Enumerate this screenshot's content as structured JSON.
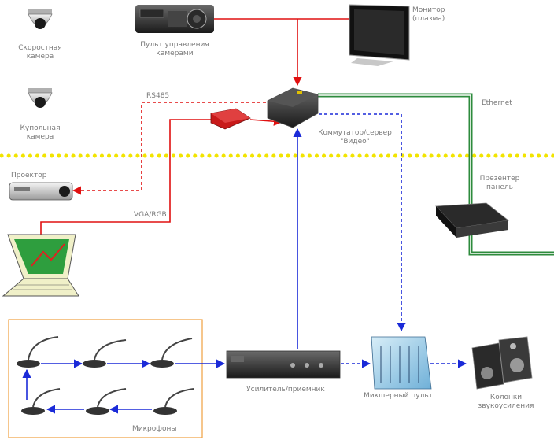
{
  "labels": {
    "camera_top": [
      "Скоростная",
      "камера"
    ],
    "camera_mid": [
      "Купольная",
      "камера"
    ],
    "remote_panel": [
      "Пульт управления",
      "камерами"
    ],
    "monitor": [
      "Монитор",
      "(плазма)"
    ],
    "rs485": "RS485",
    "matrix": [
      "Коммутатор/сервер",
      "\"Видео\""
    ],
    "ethernet": "Ethernet",
    "projector": "Проектор",
    "presenter": [
      "Презентер",
      "панель"
    ],
    "vga": "VGA/RGB",
    "amplifier": "Усилитель/приёмник",
    "mixer": "Микшерный пульт",
    "speakers": [
      "Колонки",
      "звукоусиления"
    ],
    "microphones": "Микрофоны"
  },
  "colors": {
    "video": "#e01010",
    "audio": "#1a2ad8",
    "network": "#2e8b3d",
    "zone_boundary": "#f2e400",
    "mic_frame": "#f0a040"
  }
}
